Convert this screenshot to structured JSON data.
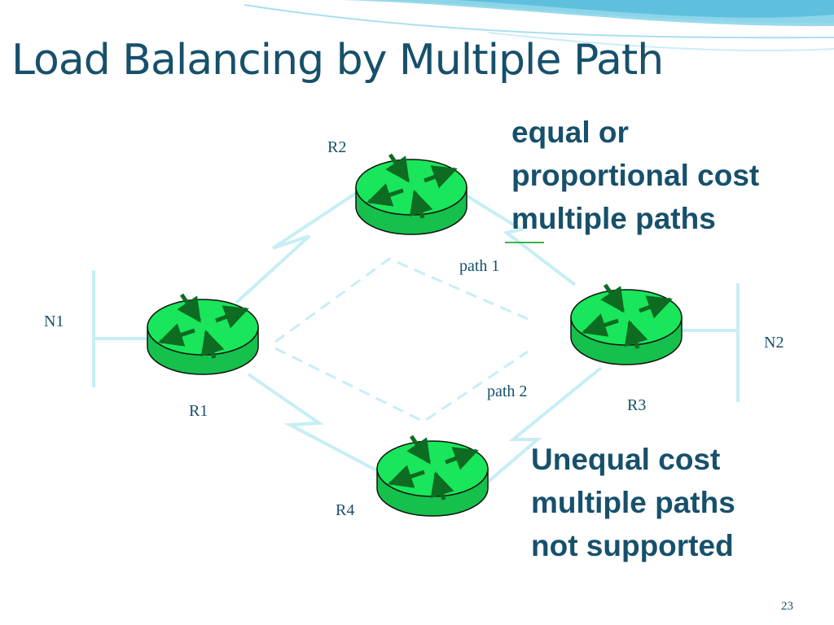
{
  "slide": {
    "title": "Load Balancing by Multiple Path",
    "page_number": "23"
  },
  "diagram": {
    "routers": [
      "R1",
      "R2",
      "R3",
      "R4"
    ],
    "networks": [
      "N1",
      "N2"
    ],
    "paths": [
      "path 1",
      "path 2"
    ],
    "colors": {
      "router": "#19e65a",
      "arrow": "#0d6b22",
      "link": "#c7eef5",
      "text": "#17506b"
    }
  },
  "notes": {
    "equal": [
      "equal or",
      "proportional cost",
      "multiple paths"
    ],
    "unequal": [
      "Unequal cost",
      "multiple paths",
      "not supported"
    ]
  }
}
